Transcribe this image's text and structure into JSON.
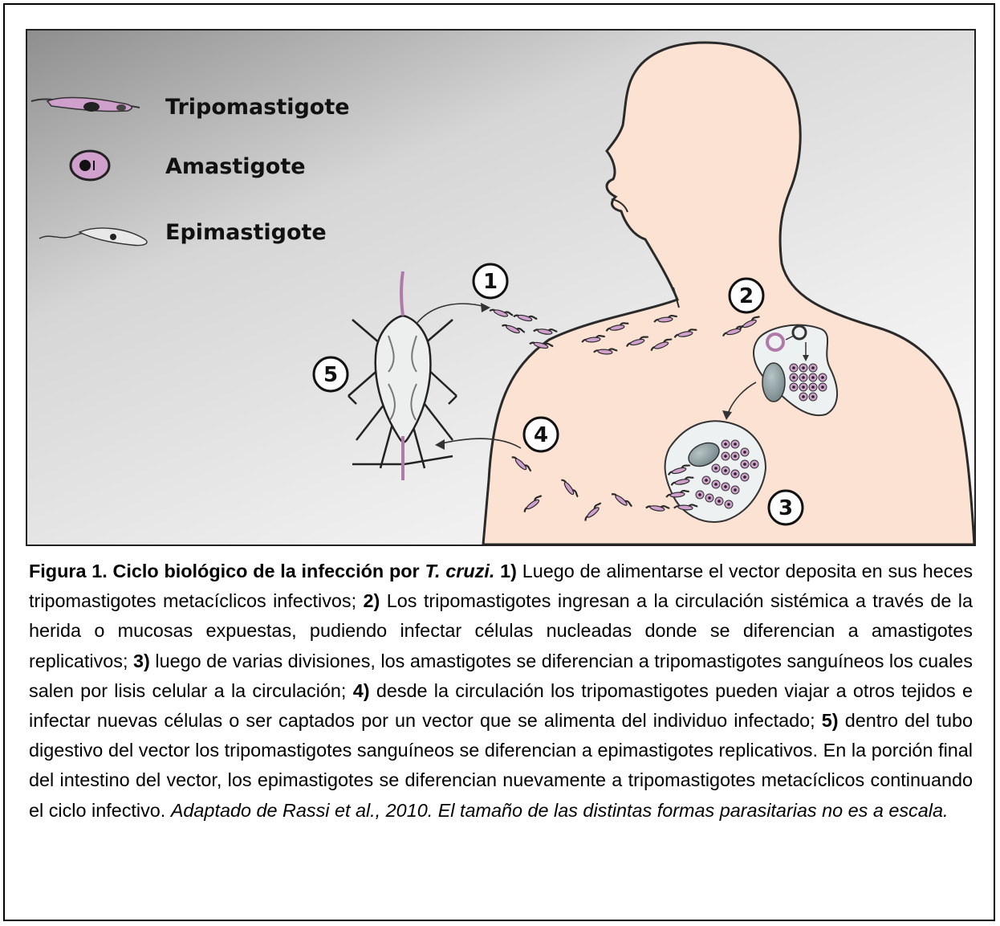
{
  "legend": {
    "items": [
      {
        "label": "Tripomastigote",
        "icon": "tripomastigote-icon"
      },
      {
        "label": "Amastigote",
        "icon": "amastigote-icon"
      },
      {
        "label": "Epimastigote",
        "icon": "epimastigote-icon"
      }
    ]
  },
  "steps": [
    "1",
    "2",
    "3",
    "4",
    "5"
  ],
  "colors": {
    "skin": "#fbe2d2",
    "parasite": "#cfa0cc",
    "background_light": "#f2f2f2",
    "background_dark": "#a8a8a8"
  },
  "caption": {
    "title_bold": "Figura 1. Ciclo biológico de la infección por ",
    "title_italic": "T. cruzi.",
    "s1_num": "1)",
    "s1_text": "Luego de alimentarse el vector deposita en sus heces tripomastigotes metacíclicos infectivos;",
    "s2_num": "2)",
    "s2_text": "Los tripomastigotes ingresan a la circulación sistémica a través de la herida o mucosas expuestas, pudiendo infectar células nucleadas donde se diferencian a amastigotes replicativos;",
    "s3_num": "3)",
    "s3_text": "luego de varias divisiones, los amastigotes se diferencian a tripomastigotes sanguíneos los cuales salen por lisis celular a la circulación;",
    "s4_num": "4)",
    "s4_text": "desde la circulación los tripomastigotes pueden viajar a otros tejidos e infectar nuevas células o ser captados por un vector que se alimenta del individuo infectado;",
    "s5_num": "5)",
    "s5_text": "dentro del tubo digestivo del vector los tripomastigotes sanguíneos se diferencian a epimastigotes replicativos. En la porción final del intestino del vector, los epimastigotes se diferencian nuevamente a tripomastigotes metacíclicos continuando el ciclo infectivo.",
    "source_italic": "Adaptado de Rassi et al., 2010. El tamaño de las distintas formas parasitarias no es a escala."
  }
}
